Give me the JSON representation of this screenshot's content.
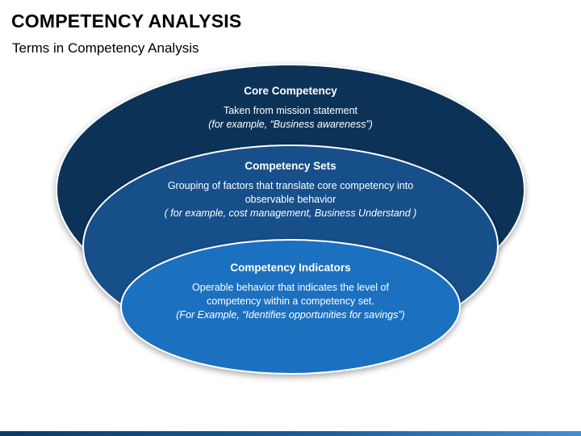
{
  "header": {
    "title": "COMPETENCY ANALYSIS",
    "subtitle": "Terms in Competency Analysis"
  },
  "layers": [
    {
      "title": "Core Competency",
      "line1": "Taken from mission statement",
      "example": "(for example, “Business awareness”)",
      "color": "#0a3358"
    },
    {
      "title": "Competency Sets",
      "line1": "Grouping of factors that translate core competency into",
      "line2": "observable behavior",
      "example": "( for example, cost management, Business Understand )",
      "color": "#12508a"
    },
    {
      "title": "Competency Indicators",
      "line1": "Operable behavior that indicates the level of",
      "line2": "competency within a competency set.",
      "example": "(For Example, “Identifies opportunities for savings”)",
      "color": "#1a70c0"
    }
  ]
}
